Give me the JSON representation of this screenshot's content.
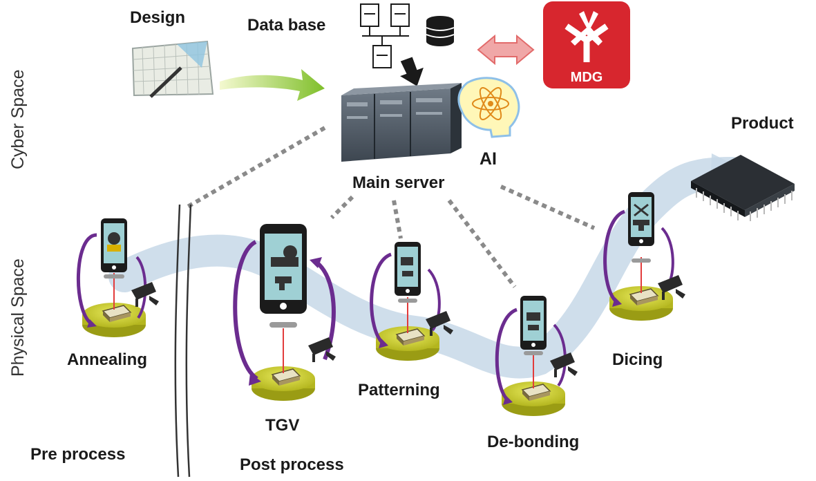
{
  "side_labels": {
    "cyber": "Cyber Space",
    "physical": "Physical Space"
  },
  "cyber": {
    "design": "Design",
    "database": "Data base",
    "mdg": "MDG",
    "main_server": "Main server",
    "ai": "AI",
    "product": "Product"
  },
  "stations": [
    {
      "id": "annealing",
      "label": "Annealing"
    },
    {
      "id": "tgv",
      "label": "TGV"
    },
    {
      "id": "patterning",
      "label": "Patterning"
    },
    {
      "id": "debonding",
      "label": "De-bonding"
    },
    {
      "id": "dicing",
      "label": "Dicing"
    }
  ],
  "footer": {
    "pre": "Pre process",
    "post": "Post process"
  },
  "colors": {
    "flow": "#c7d8e8",
    "arrow_green": "#8cc63f",
    "mdg_red": "#d7262e",
    "purple": "#6b2c8f",
    "platform": "#c8c832",
    "laser": "#e23b3b",
    "dots": "#8a8a8a"
  }
}
